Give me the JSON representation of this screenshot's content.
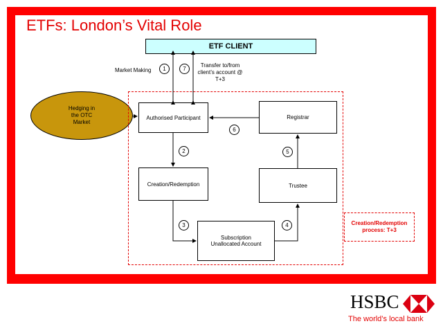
{
  "title": "ETFs: London’s Vital Role",
  "etf_client": "ETF CLIENT",
  "hedging": "Hedging in the OTC Market",
  "boxes": {
    "authorised": "Authorised Participant",
    "creation": "Creation/Redemption",
    "subscription": "Subscription Unallocated Account",
    "trustee": "Trustee",
    "registrar": "Registrar"
  },
  "labels": {
    "market_making": "Market Making",
    "transfer": "Transfer to/from client’s account @ T+3"
  },
  "steps": [
    "1",
    "7",
    "2",
    "3",
    "4",
    "5",
    "6"
  ],
  "side_note": "Creation/Redemption process: T+3",
  "brand": {
    "name": "HSBC",
    "tagline": "The world’s local bank",
    "colors": {
      "red": "#db0011",
      "frame": "#ff0000",
      "client_fill": "#ccffff",
      "hedge_fill": "#c8960c"
    }
  }
}
